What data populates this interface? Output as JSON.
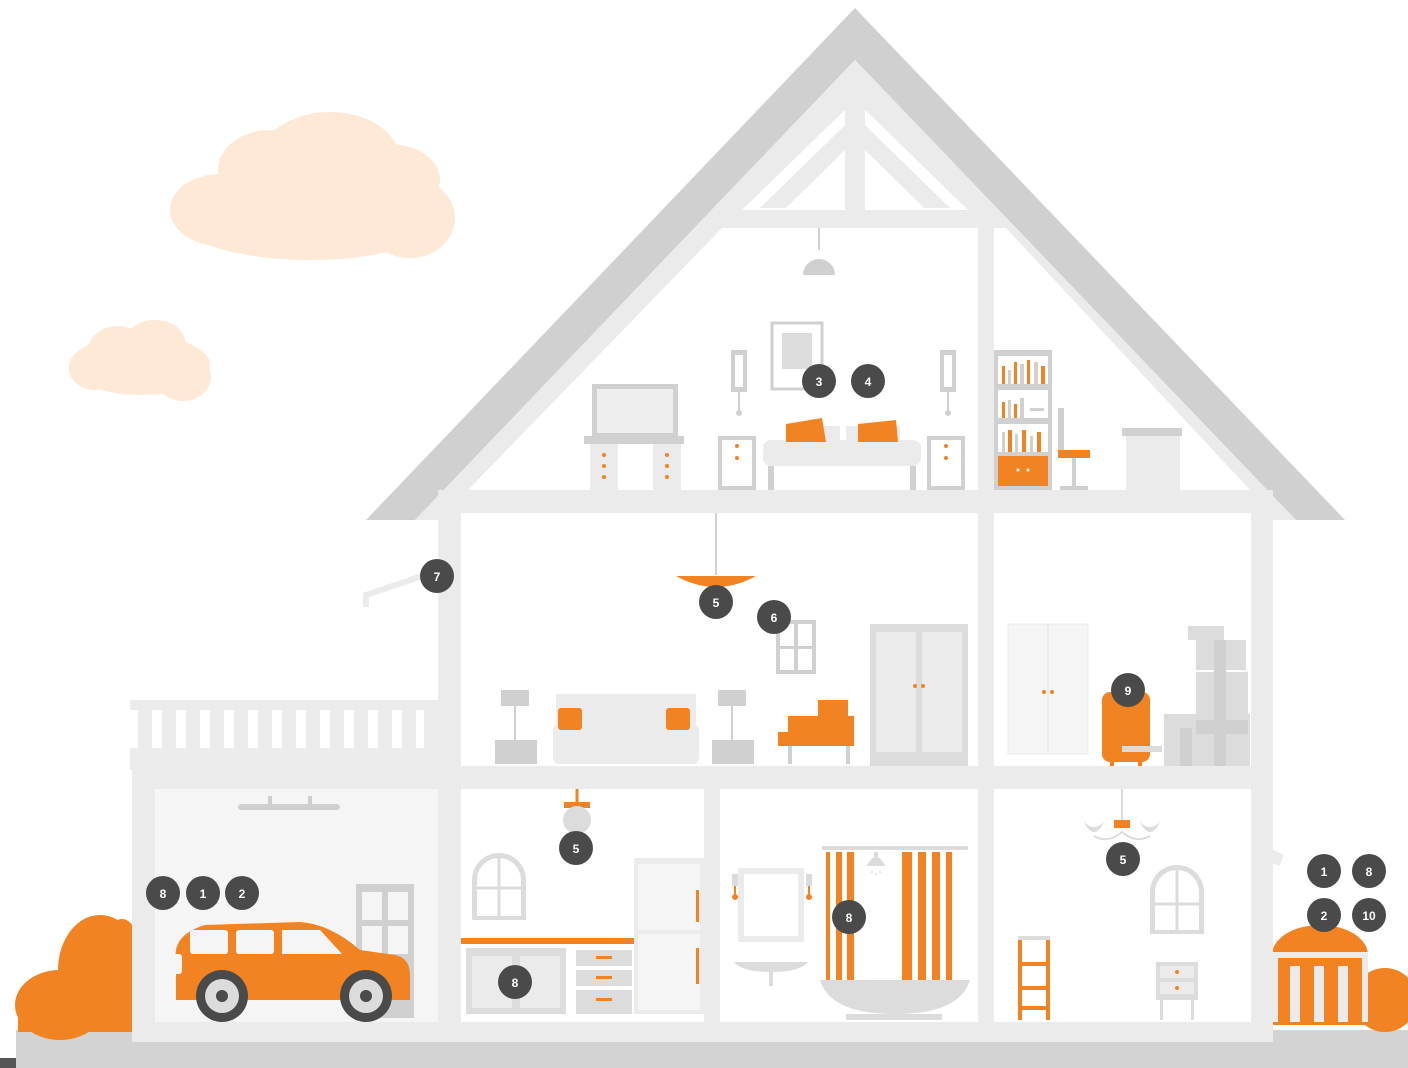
{
  "colors": {
    "orange": "#F28322",
    "wall": "#EBEBEB",
    "roof": "#D0D0D1",
    "interior": "#FFFFFF",
    "garage": "#F5F5F5",
    "furniture": "#DCDCDC",
    "cloud": "#FDE9D5",
    "marker": "#4A4A4A",
    "ground": "#D3D3D3"
  },
  "markers": [
    {
      "id": "attic-3",
      "label": "3"
    },
    {
      "id": "attic-4",
      "label": "4"
    },
    {
      "id": "gutter-7",
      "label": "7"
    },
    {
      "id": "living-light-5",
      "label": "5"
    },
    {
      "id": "living-window-6",
      "label": "6"
    },
    {
      "id": "water-heater-9",
      "label": "9"
    },
    {
      "id": "garage-8",
      "label": "8"
    },
    {
      "id": "garage-1",
      "label": "1"
    },
    {
      "id": "garage-2",
      "label": "2"
    },
    {
      "id": "kitchen-light-5",
      "label": "5"
    },
    {
      "id": "kitchen-cabinet-8",
      "label": "8"
    },
    {
      "id": "bath-shower-8",
      "label": "8"
    },
    {
      "id": "dining-chandelier-5",
      "label": "5"
    },
    {
      "id": "outdoor-1",
      "label": "1"
    },
    {
      "id": "outdoor-8",
      "label": "8"
    },
    {
      "id": "outdoor-2",
      "label": "2"
    },
    {
      "id": "outdoor-10",
      "label": "10"
    }
  ]
}
